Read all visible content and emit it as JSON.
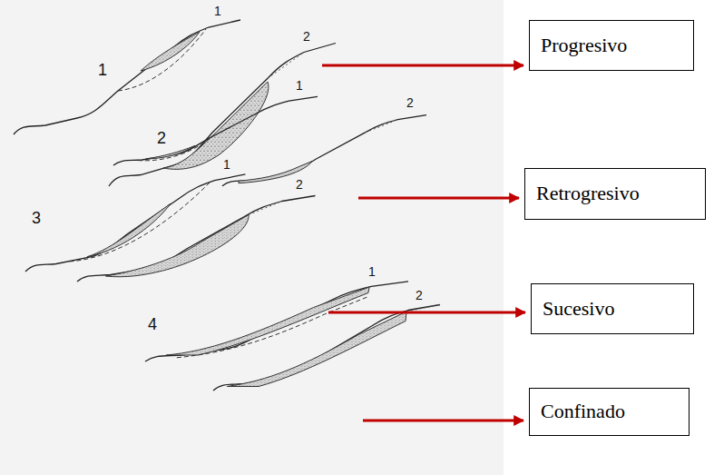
{
  "diagram": {
    "nodes": [
      {
        "text": [
          "Progresivo"
        ]
      },
      {
        "text": [
          "Retrogresivo"
        ]
      },
      {
        "text": [
          "Sucesivo"
        ]
      },
      {
        "text": [
          "Confinado"
        ]
      }
    ],
    "labels": [
      "1",
      "2",
      "1",
      "1",
      "2",
      "2",
      "1",
      "2",
      "3",
      "1",
      "2",
      "4"
    ]
  }
}
